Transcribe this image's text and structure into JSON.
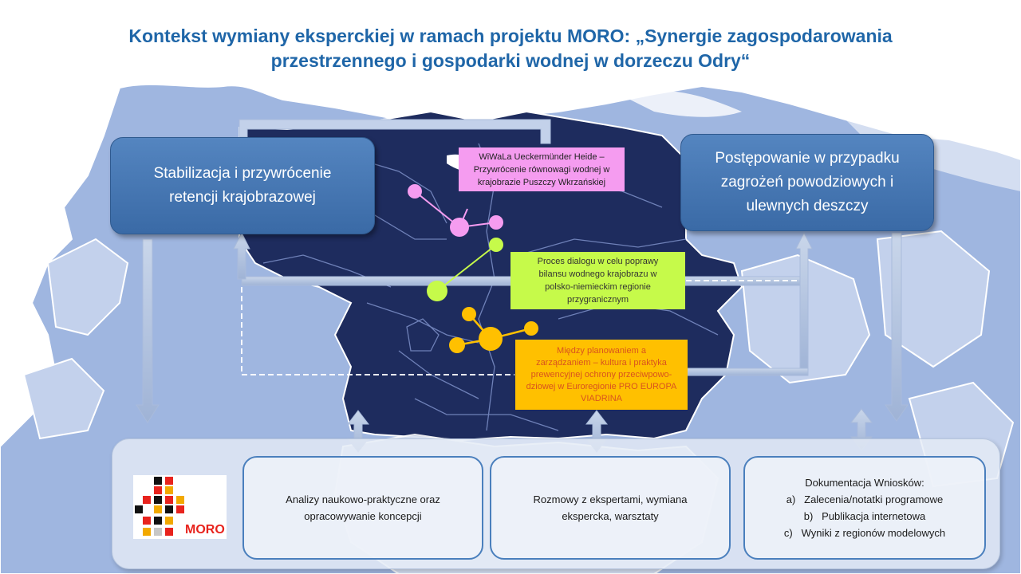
{
  "title": {
    "line1": "Kontekst wymiany eksperckiej w ramach projektu MORO: „Synergie zagospodarowania",
    "line2": "przestrzennego i gospodarki wodnej w dorzeczu Odry“"
  },
  "boxes": {
    "left": {
      "line1": "Stabilizacja i przywrócenie",
      "line2": "retencji krajobrazowej"
    },
    "right": {
      "line1": "Postępowanie w przypadku",
      "line2": "zagrożeń powodziowych i",
      "line3": "ulewnych deszczy"
    }
  },
  "projects": {
    "pink": {
      "line1": "WiWaLa Ueckermünder Heide –",
      "line2": "Przywrócenie równowagi wodnej w",
      "line3": "krajobrazie Puszczy Wkrzańskiej"
    },
    "green": {
      "line1": "Proces dialogu w celu poprawy",
      "line2": "bilansu wodnego krajobrazu w",
      "line3": "polsko-niemieckim regionie",
      "line4": "przygranicznym"
    },
    "orange": {
      "line1": "Między planowaniem a",
      "line2": "zarządzaniem – kultura i praktyka",
      "line3": "prewencyjnej ochrony przeciwpowo-",
      "line4": "dziowej w Euroregionie PRO EUROPA",
      "line5": "VIADRINA"
    }
  },
  "bottom": {
    "logo_text": "MORO",
    "card1": {
      "line1": "Analizy naukowo-praktyczne oraz",
      "line2": "opracowywanie koncepcji"
    },
    "card2": {
      "line1": "Rozmowy z ekspertami, wymiana",
      "line2": "ekspercka, warsztaty"
    },
    "card3": {
      "heading": "Dokumentacja Wniosków:",
      "items": [
        {
          "marker": "a)",
          "text": "Zalecenia/notatki programowe"
        },
        {
          "marker": "b)",
          "text": "Publikacja internetowa"
        },
        {
          "marker": "c)",
          "text": "Wyniki z regionów modelowych"
        }
      ]
    }
  },
  "colors": {
    "title": "#1f66a8",
    "map_dark": "#1e2c5e",
    "map_light": "#9fb6e0",
    "pink": "#f59cf0",
    "green": "#c6fa4a",
    "orange": "#ffc000",
    "box_blue": "#4a79b6"
  }
}
